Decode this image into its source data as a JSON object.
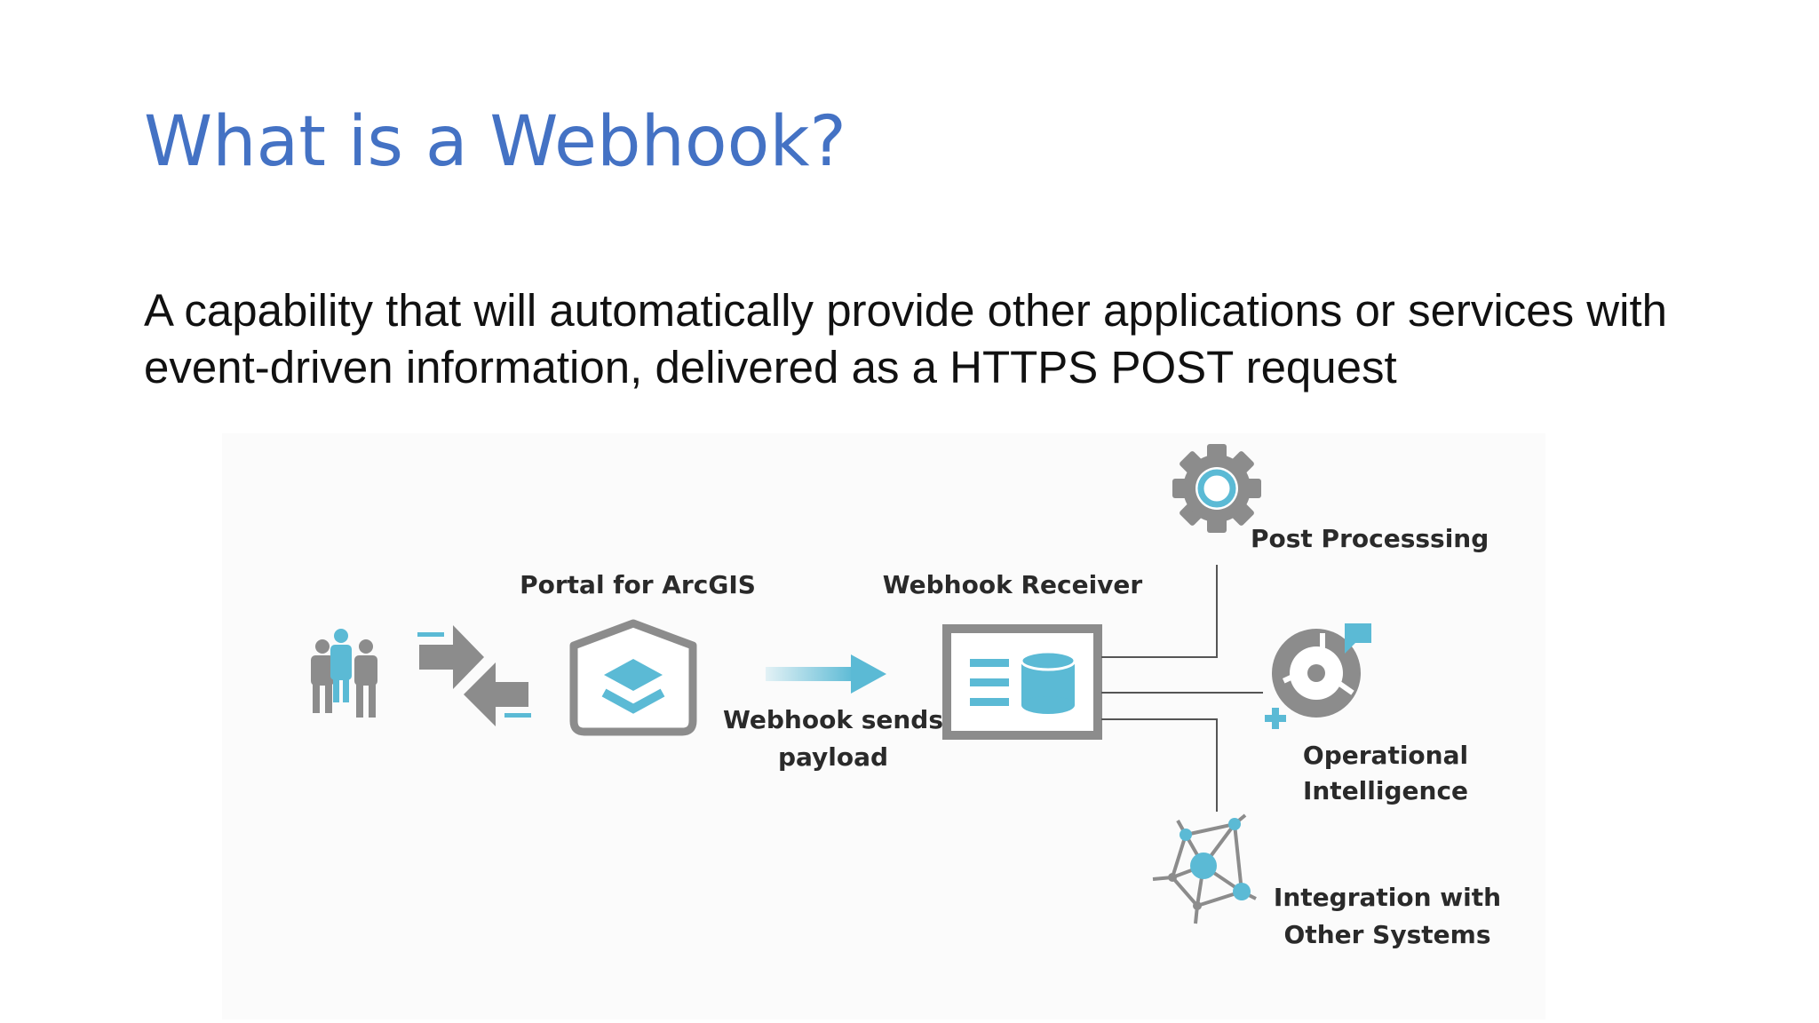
{
  "slide": {
    "title": "What is a Webhook?",
    "body": "A capability that will automatically provide other applications or services with event-driven information, delivered as a HTTPS POST request"
  },
  "diagram": {
    "nodes": {
      "portal": "Portal for ArcGIS",
      "receiver": "Webhook Receiver",
      "post_processing": "Post Processsing",
      "operational_intelligence": [
        "Operational",
        "Intelligence"
      ],
      "integration": [
        "Integration with",
        "Other Systems"
      ]
    },
    "edge_labels": {
      "sends_payload": [
        "Webhook sends",
        "payload"
      ]
    },
    "icons": {
      "users": "people-group-icon",
      "exchange": "exchange-arrows-icon",
      "portal": "portal-layers-icon",
      "flow": "arrow-right-icon",
      "receiver": "receiver-database-icon",
      "post_processing": "gear-icon",
      "operational_intelligence": "dashboard-gauge-icon",
      "integration": "network-nodes-icon"
    },
    "colors": {
      "accent": "#5bbad5",
      "icon_gray": "#8c8c8c",
      "line": "#555555"
    }
  }
}
